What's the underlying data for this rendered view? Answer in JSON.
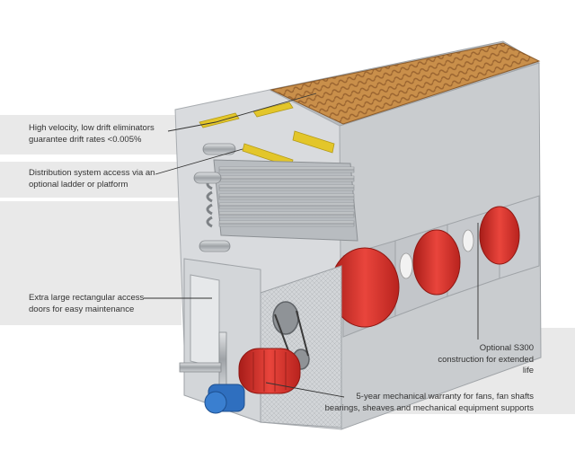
{
  "diagram": {
    "subject": "cooling tower cutaway",
    "callouts": [
      {
        "id": "eliminators",
        "text": "High velocity, low drift eliminators\nguarantee drift rates <0.005%"
      },
      {
        "id": "distribution",
        "text": "Distribution system access via an\noptional ladder or platform"
      },
      {
        "id": "access-doors",
        "text": "Extra large rectangular access\ndoors for easy maintenance"
      },
      {
        "id": "construction",
        "text": "Optional S300\nconstruction for extended life"
      },
      {
        "id": "warranty",
        "text": "5-year mechanical warranty for fans, fan shafts\nbearings, sheaves and mechanical equipment supports"
      }
    ],
    "colors": {
      "band": "#e9e9e9",
      "casing": "#c9cccf",
      "casing_dark": "#a9adb1",
      "fill_media": "#c98f4a",
      "fan": "#d8322c",
      "motor": "#e0392f",
      "pump": "#2f6fbf",
      "tubes": "#b8bcc0",
      "rails": "#e3c62a"
    }
  }
}
